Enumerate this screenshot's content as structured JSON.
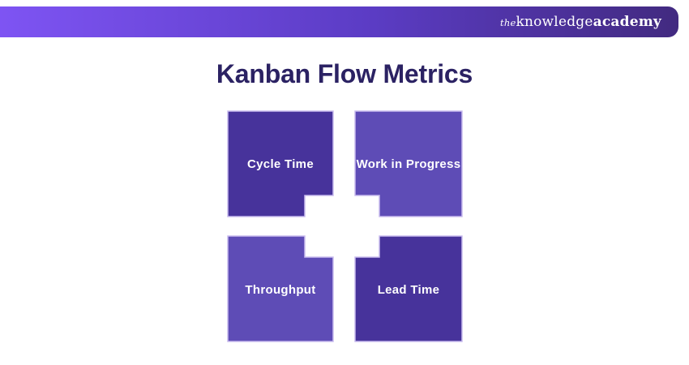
{
  "header": {
    "logo": {
      "prefix": "the",
      "mid": "knowledge",
      "suffix": "academy"
    },
    "colors": {
      "gradient_start": "#7E54F3",
      "gradient_end": "#422A80",
      "logo_text": "#FFFFFF"
    }
  },
  "main": {
    "title": "Kanban Flow Metrics",
    "title_color": "#2B2263"
  },
  "diagram": {
    "boxes": [
      {
        "label": "Cycle Time",
        "color": "#47339B",
        "position": "top-left"
      },
      {
        "label": "Work in Progress",
        "color": "#5E4CB6",
        "position": "top-right"
      },
      {
        "label": "Throughput",
        "color": "#5E4CB6",
        "position": "bottom-left"
      },
      {
        "label": "Lead Time",
        "color": "#47339B",
        "position": "bottom-right"
      }
    ],
    "label_color": "#FFFFFF",
    "box_outline_color": "#C9BCEE"
  }
}
